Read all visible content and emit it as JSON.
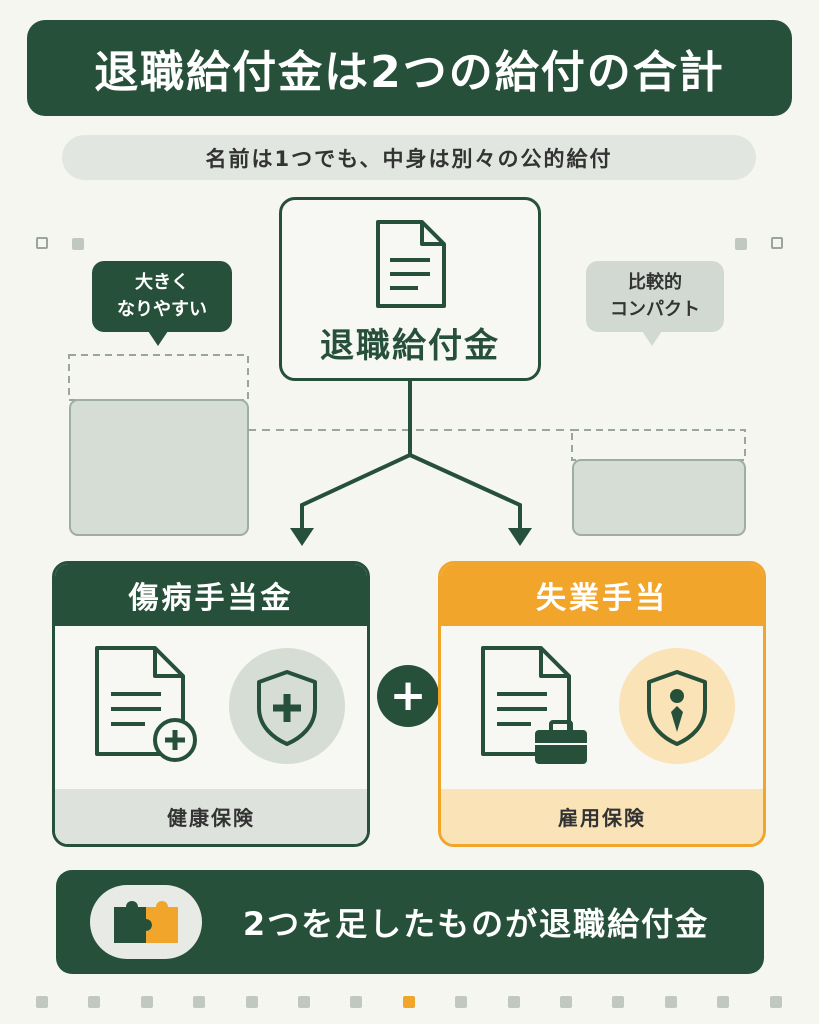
{
  "title": "退職給付金は2つの給付の合計",
  "subtitle": "名前は1つでも、中身は別々の公的給付",
  "center": {
    "label": "退職給付金",
    "icon": "document-icon"
  },
  "callout_left": {
    "lines": [
      "大きく",
      "なりやすい"
    ]
  },
  "callout_right": {
    "lines": [
      "比較的",
      "コンパクト"
    ]
  },
  "left_card": {
    "title": "傷病手当金",
    "footer": "健康保険",
    "icons": [
      "document-plus-icon",
      "shield-plus-icon"
    ]
  },
  "right_card": {
    "title": "失業手当",
    "footer": "雇用保険",
    "icons": [
      "document-briefcase-icon",
      "shield-person-icon"
    ]
  },
  "plus_symbol": "+",
  "bottom": {
    "text": "2つを足したものが退職給付金",
    "icon": "puzzle-icon"
  },
  "colors": {
    "dark_green": "#265039",
    "orange": "#f2a52b",
    "light_green": "#dde3dc",
    "light_orange": "#fbe3b8",
    "background": "#f6f6f1"
  }
}
